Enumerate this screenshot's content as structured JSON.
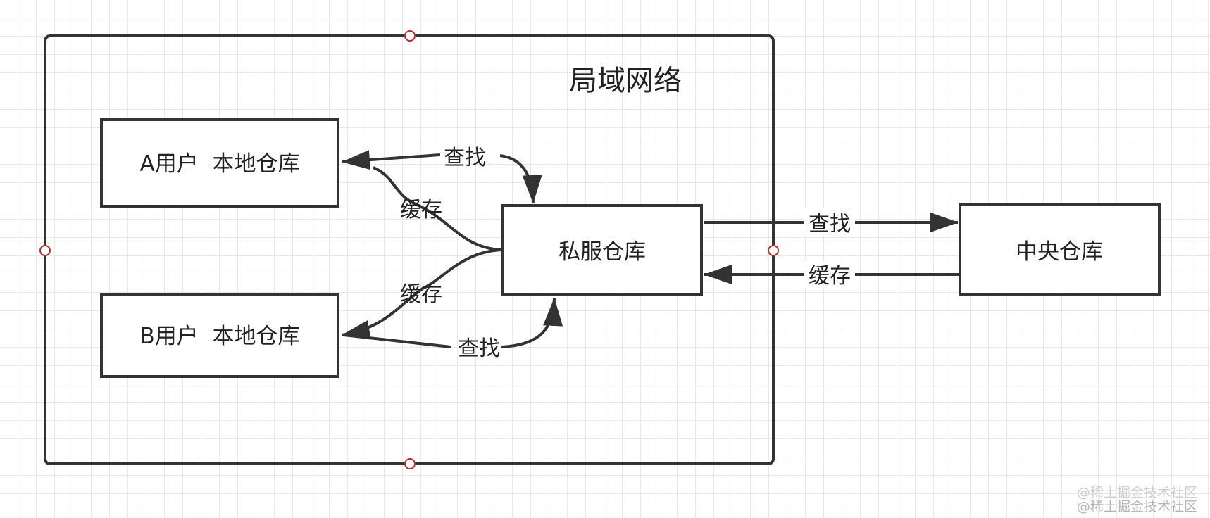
{
  "diagram": {
    "group_label": "局域网络",
    "nodes": {
      "user_a": "A用户  本地仓库",
      "user_b": "B用户  本地仓库",
      "private": "私服仓库",
      "central": "中央仓库"
    },
    "edges": {
      "a_find": "查找",
      "a_cache": "缓存",
      "b_cache": "缓存",
      "b_find": "查找",
      "central_find": "查找",
      "central_cache": "缓存"
    }
  },
  "watermark": "@稀土掘金技术社区",
  "colors": {
    "stroke": "#333333",
    "text": "#222222",
    "grid": "#e9e9e9",
    "handle": "#b03030"
  }
}
